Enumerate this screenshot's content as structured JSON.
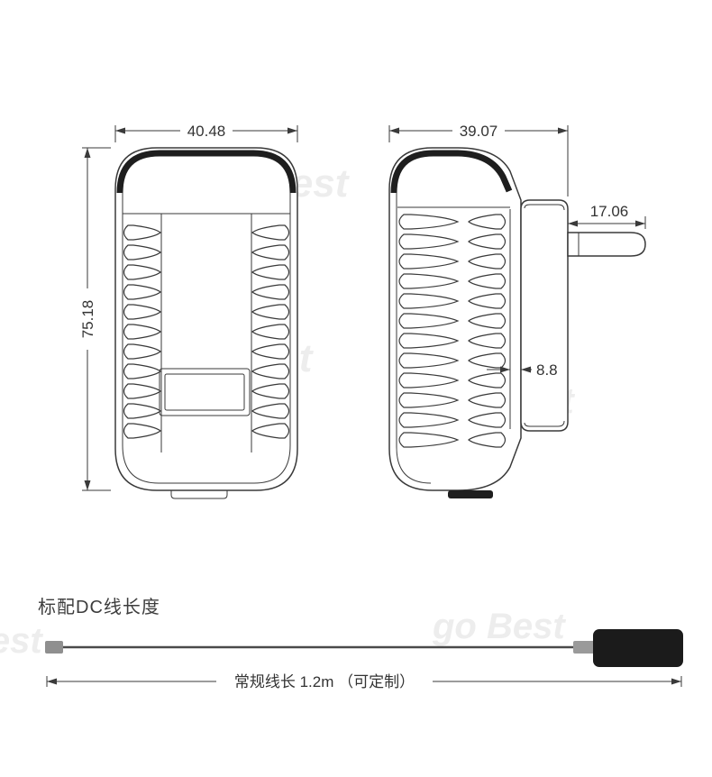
{
  "colors": {
    "line": "#3a3a3a",
    "dark_fill": "#1e1e1e",
    "text": "#333333",
    "watermark": "#ededed",
    "cable": "#4a4a4a",
    "connector_gray": "#8f8f8f",
    "plug_body": "#1b1b1b",
    "background": "#ffffff"
  },
  "front_view": {
    "width_mm": "40.48",
    "height_mm": "75.18"
  },
  "side_view": {
    "depth_mm": "39.07",
    "pin_length_mm": "17.06",
    "back_thickness_mm": "8.8"
  },
  "cable_section": {
    "heading": "标配DC线长度",
    "length_label": "常规线长 1.2m （可定制）"
  },
  "watermark": {
    "full": "go Best",
    "short": "Best"
  }
}
